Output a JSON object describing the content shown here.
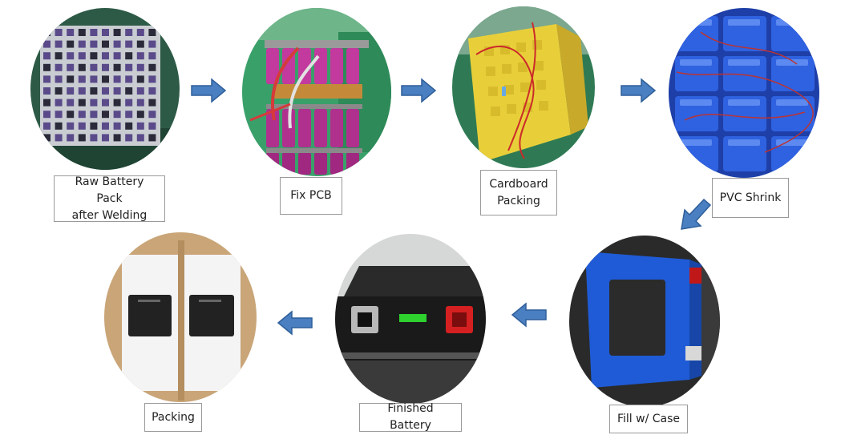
{
  "steps": [
    {
      "id": "raw",
      "label_lines": [
        "Raw Battery Pack",
        "after Welding"
      ]
    },
    {
      "id": "pcb",
      "label_lines": [
        "Fix PCB"
      ]
    },
    {
      "id": "cardboard",
      "label_lines": [
        "Cardboard",
        "Packing"
      ]
    },
    {
      "id": "pvc",
      "label_lines": [
        "PVC Shrink"
      ]
    },
    {
      "id": "case",
      "label_lines": [
        "Fill w/ Case"
      ]
    },
    {
      "id": "finished",
      "label_lines": [
        "Finished Battery"
      ]
    },
    {
      "id": "packing",
      "label_lines": [
        "Packing"
      ]
    }
  ],
  "colors": {
    "arrow_fill": "#4a7fc1",
    "arrow_stroke": "#2f5f9a",
    "label_border": "#9a9a9a"
  }
}
